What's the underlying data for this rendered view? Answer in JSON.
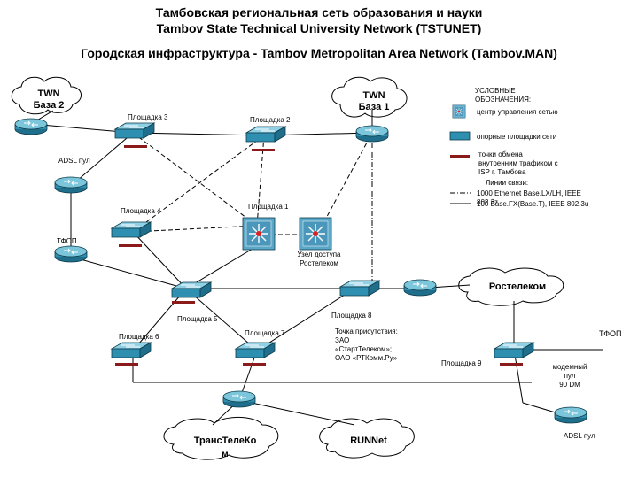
{
  "titles": {
    "line1": "Тамбовская региональная сеть образования и науки",
    "line2": "Tambov State Technical University Network (TSTUNET)",
    "line3": "Городская инфраструктура - Tambov Metropolitan Area Network (Tambov.MAN)"
  },
  "clouds": {
    "twn2": "TWN\nБаза 2",
    "twn1": "TWN\nБаза 1",
    "rostelecom": "Ростелеком",
    "transtelecom_a": "ТрансТелеКо",
    "transtelecom_b": "м",
    "runnet": "RUNNet"
  },
  "labels": {
    "site3": "Площадка 3",
    "site2": "Площадка 2",
    "adsl_top": "ADSL пул",
    "site4": "Площадка 4",
    "site1": "Площадка 1",
    "pstn_left": "ТФОП",
    "access_node": "Узел доступа\nРостелеком",
    "site5": "Площадка 5",
    "site8": "Площадка 8",
    "site6": "Площадка 6",
    "site7": "Площадка 7",
    "presence": "Точка присутствия:\nЗАО\n«СтартТелеком»;\nОАО «РТКомм.Ру»",
    "site9": "Площадка 9",
    "pstn_right": "ТФОП",
    "modem_pool": "модемный\nпул\n90 DM",
    "adsl_bottom": "ADSL пул"
  },
  "legend": {
    "title": "УСЛОВНЫЕ\nОБОЗНАЧЕНИЯ:",
    "center": "центр управления сетью",
    "core": "опорные площадки сети",
    "exchange": "точки обмена\nвнутренним трафиком с\nISP г. Тамбова",
    "links_title": "Линии связи:",
    "link1": "1000 Ethernet Base.LX/LH, IEEE 802.3z",
    "link2": "100 Base.FX(Base.T), IEEE 802.3u"
  },
  "colors": {
    "device": "#2e8fb0",
    "device_top": "#7cc6dc",
    "center": "#5aa7c8",
    "accent_line": "#8b1a1a"
  },
  "icons": [
    "router-icon",
    "switch-icon",
    "network-center-icon",
    "cloud-icon"
  ]
}
